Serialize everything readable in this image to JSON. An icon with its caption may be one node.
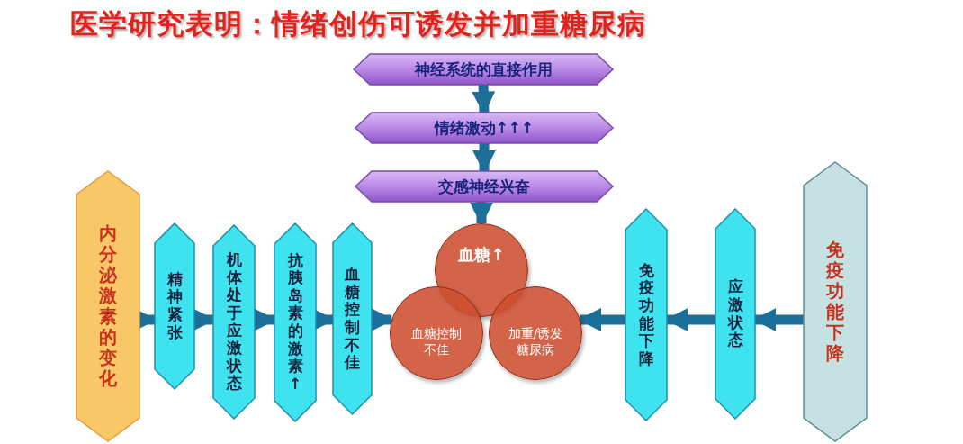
{
  "diagram": {
    "title": "医学研究表明：情绪创伤可诱发并加重糖尿病",
    "nodes": [
      {
        "text": [
          "神经系统的直接作用"
        ]
      },
      {
        "text": [
          "情绪激动↑↑↑"
        ]
      },
      {
        "text": [
          "交感神经兴奋"
        ]
      },
      {
        "text": [
          "内分泌激素的变化"
        ]
      },
      {
        "text": [
          "精神紧张"
        ]
      },
      {
        "text": [
          "机体处于应激状态"
        ]
      },
      {
        "text": [
          "抗胰岛素的激素↑"
        ]
      },
      {
        "text": [
          "血糖控制不佳"
        ]
      },
      {
        "text": [
          "血糖↑"
        ]
      },
      {
        "text": [
          "血糖控制不佳"
        ]
      },
      {
        "text": [
          "加重/诱发糖尿病"
        ]
      },
      {
        "text": [
          "免疫功能下降"
        ]
      },
      {
        "text": [
          "应激状态"
        ]
      },
      {
        "text": [
          "免疫功能下降"
        ]
      }
    ],
    "edges": [
      {
        "from": 0,
        "to": 1,
        "arrow": "to"
      },
      {
        "from": 1,
        "to": 2,
        "arrow": "to"
      },
      {
        "from": 2,
        "to": 8,
        "arrow": "to"
      },
      {
        "from": 3,
        "to": 4,
        "arrow": "to"
      },
      {
        "from": 4,
        "to": 5,
        "arrow": "to"
      },
      {
        "from": 5,
        "to": 6,
        "arrow": "to"
      },
      {
        "from": 6,
        "to": 7,
        "arrow": "to"
      },
      {
        "from": 7,
        "to": 9,
        "arrow": "to"
      },
      {
        "from": 13,
        "to": 12,
        "arrow": "to"
      },
      {
        "from": 12,
        "to": 11,
        "arrow": "to"
      },
      {
        "from": 11,
        "to": 10,
        "arrow": "to"
      }
    ]
  }
}
